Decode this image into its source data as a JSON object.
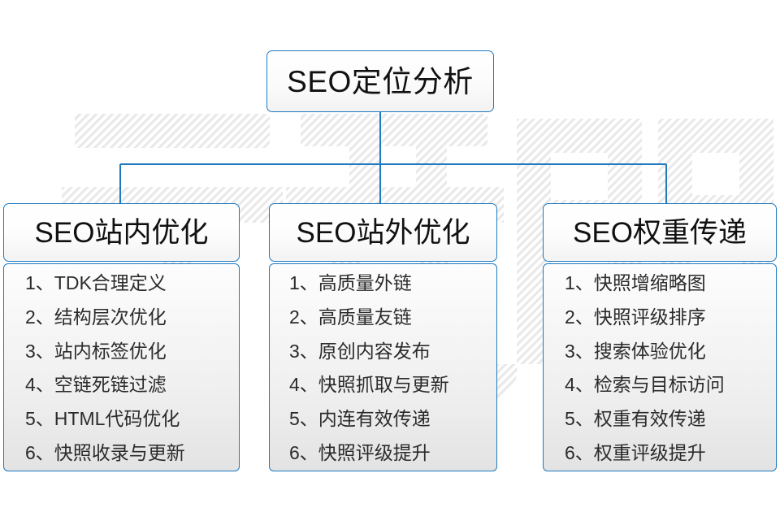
{
  "diagram": {
    "title": "SEO定位分析",
    "root": {
      "label": "SEO定位分析"
    },
    "accent_color": "#1f7ac0",
    "text_color": "#111111",
    "background_color": "#ffffff",
    "watermark": {
      "text": "云无限",
      "color": "#ededed"
    },
    "columns": [
      {
        "header": "SEO站内优化",
        "items": [
          "1、TDK合理定义",
          "2、结构层次优化",
          "3、站内标签优化",
          "4、空链死链过滤",
          "5、HTML代码优化",
          "6、快照收录与更新"
        ]
      },
      {
        "header": "SEO站外优化",
        "items": [
          "1、高质量外链",
          "2、高质量友链",
          "3、原创内容发布",
          "4、快照抓取与更新",
          "5、内连有效传递",
          "6、快照评级提升"
        ]
      },
      {
        "header": "SEO权重传递",
        "items": [
          "1、快照增缩略图",
          "2、快照评级排序",
          "3、搜索体验优化",
          "4、检索与目标访问",
          "5、权重有效传递",
          "6、权重评级提升"
        ]
      }
    ]
  }
}
